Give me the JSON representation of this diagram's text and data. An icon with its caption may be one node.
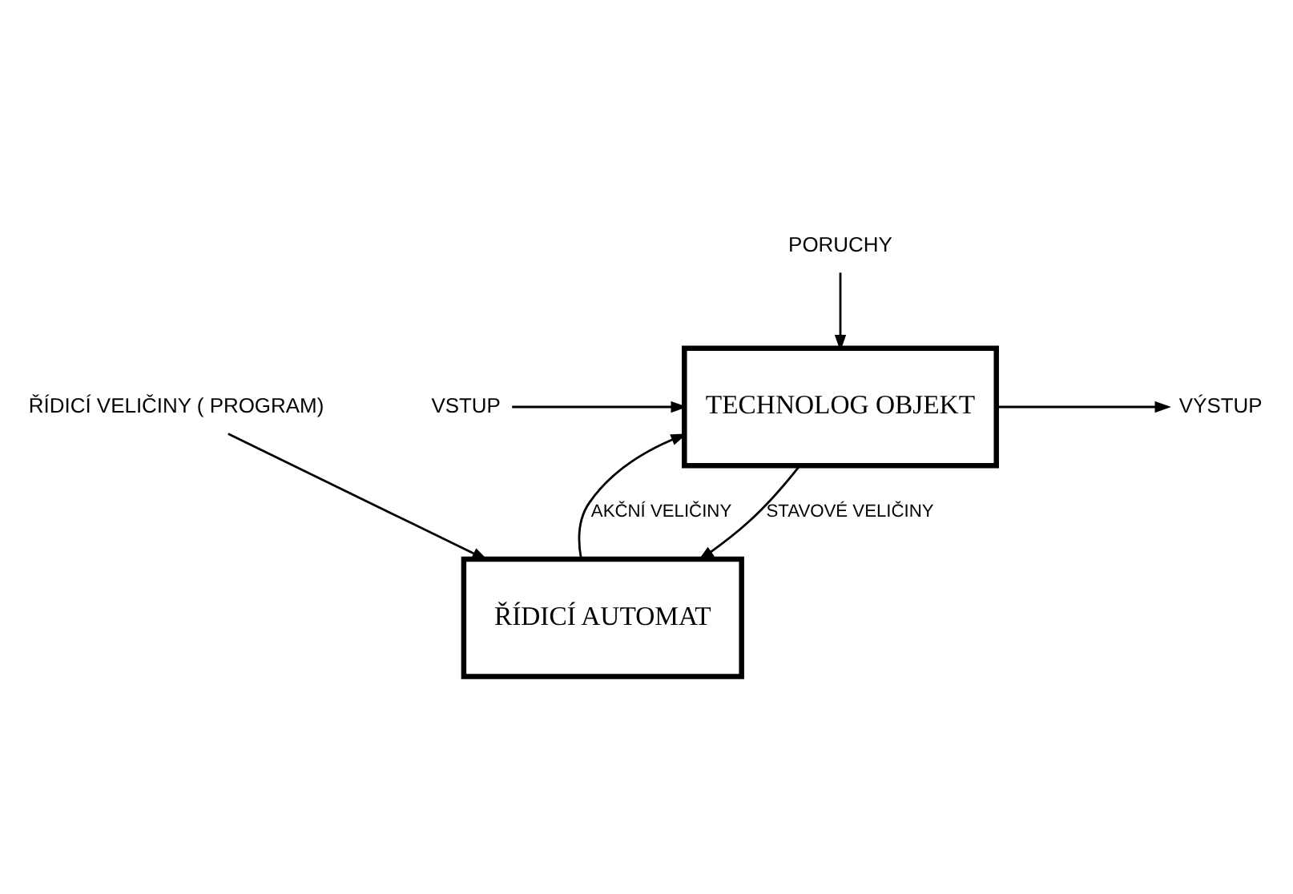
{
  "diagram": {
    "nodes": [
      {
        "text": [
          "PORUCHY"
        ]
      },
      {
        "text": [
          "VSTUP"
        ]
      },
      {
        "text": [
          "TECHNOLOG OBJEKT"
        ]
      },
      {
        "text": [
          "VÝSTUP"
        ]
      },
      {
        "text": [
          "ŘÍDICÍ AUTOMAT"
        ]
      },
      {
        "text": [
          "ŘÍDICÍ VELIČINY ( PROGRAM)"
        ]
      }
    ],
    "edges": [
      {
        "from": 0,
        "to": 2,
        "arrow": "to"
      },
      {
        "from": 1,
        "to": 2,
        "arrow": "to"
      },
      {
        "from": 2,
        "to": 3,
        "arrow": "to"
      },
      {
        "from": 4,
        "to": 2,
        "arrow": "to",
        "label": "AKČNÍ VELIČINY"
      },
      {
        "from": 2,
        "to": 4,
        "arrow": "to",
        "label": "STAVOVÉ VELIČINY"
      },
      {
        "from": 5,
        "to": 4,
        "arrow": "to"
      }
    ]
  }
}
